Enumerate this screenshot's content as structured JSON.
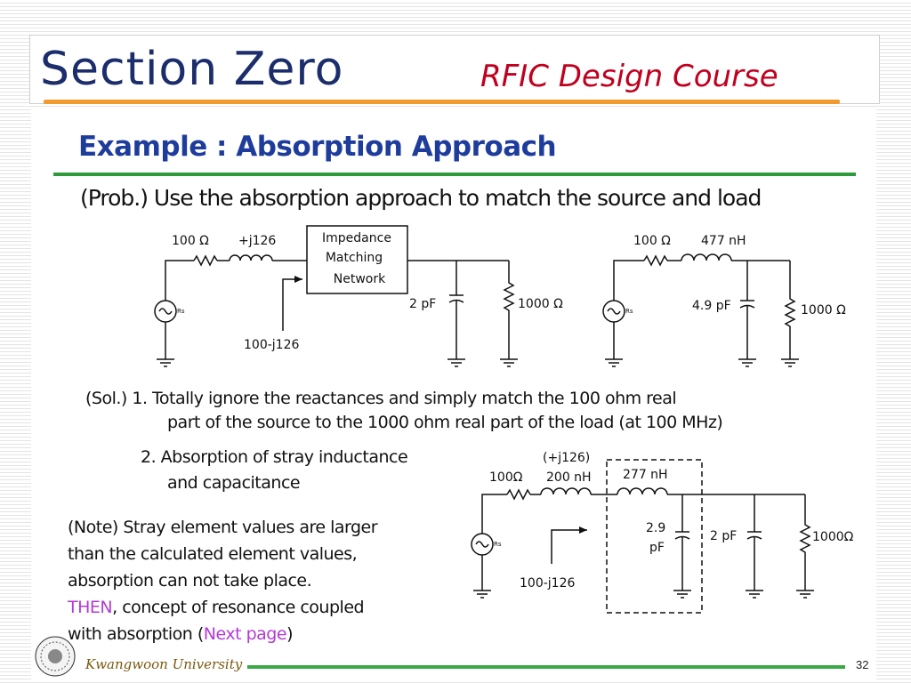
{
  "header": {
    "section_title": "Section Zero",
    "course_title": "RFIC Design Course"
  },
  "slide": {
    "example_title": "Example  : Absorption Approach",
    "problem": "(Prob.) Use the absorption approach to match the source and load",
    "solution": {
      "line1a": "(Sol.) 1. Totally ignore the reactances and simply match the 100 ohm real",
      "line1b": "part of the source to the 1000 ohm real part of the load (at 100 MHz)",
      "line2a": "2. Absorption of stray inductance",
      "line2b": "and capacitance"
    },
    "note": {
      "line1": "(Note) Stray element values are larger",
      "line2": "than the calculated element values,",
      "line3": "absorption can not take place.",
      "line4_highlight": "THEN",
      "line4_rest": ", concept of resonance coupled",
      "line5_start": "with absorption (",
      "line5_link": "Next page",
      "line5_end": ")"
    }
  },
  "circuit1": {
    "source_r": "100 Ω",
    "source_x": "+j126",
    "box_line1": "Impedance",
    "box_line2": "Matching",
    "box_line3": "Network",
    "cap": "2 pF",
    "load": "1000 Ω",
    "arrow_label": "100-j126",
    "src_mark": "Rs"
  },
  "circuit2": {
    "source_r": "100 Ω",
    "inductor": "477 nH",
    "cap": "4.9 pF",
    "load": "1000 Ω",
    "src_mark": "Rs"
  },
  "circuit3": {
    "reactance": "(+j126)",
    "source_r": "100Ω",
    "l1": "200 nH",
    "l2": "277 nH",
    "c1_a": "2.9",
    "c1_b": "pF",
    "cap": "2 pF",
    "load": "1000Ω",
    "arrow_label": "100-j126",
    "src_mark": "Rs"
  },
  "footer": {
    "university": "Kwangwoon University",
    "page_number": "32"
  },
  "colors": {
    "title_navy": "#1b2d6b",
    "course_red": "#c0001e",
    "example_blue": "#1e3c9c",
    "orange_rule": "#f29a2e",
    "green_rule": "#2f9a3a",
    "magenta": "#b23bd6"
  }
}
